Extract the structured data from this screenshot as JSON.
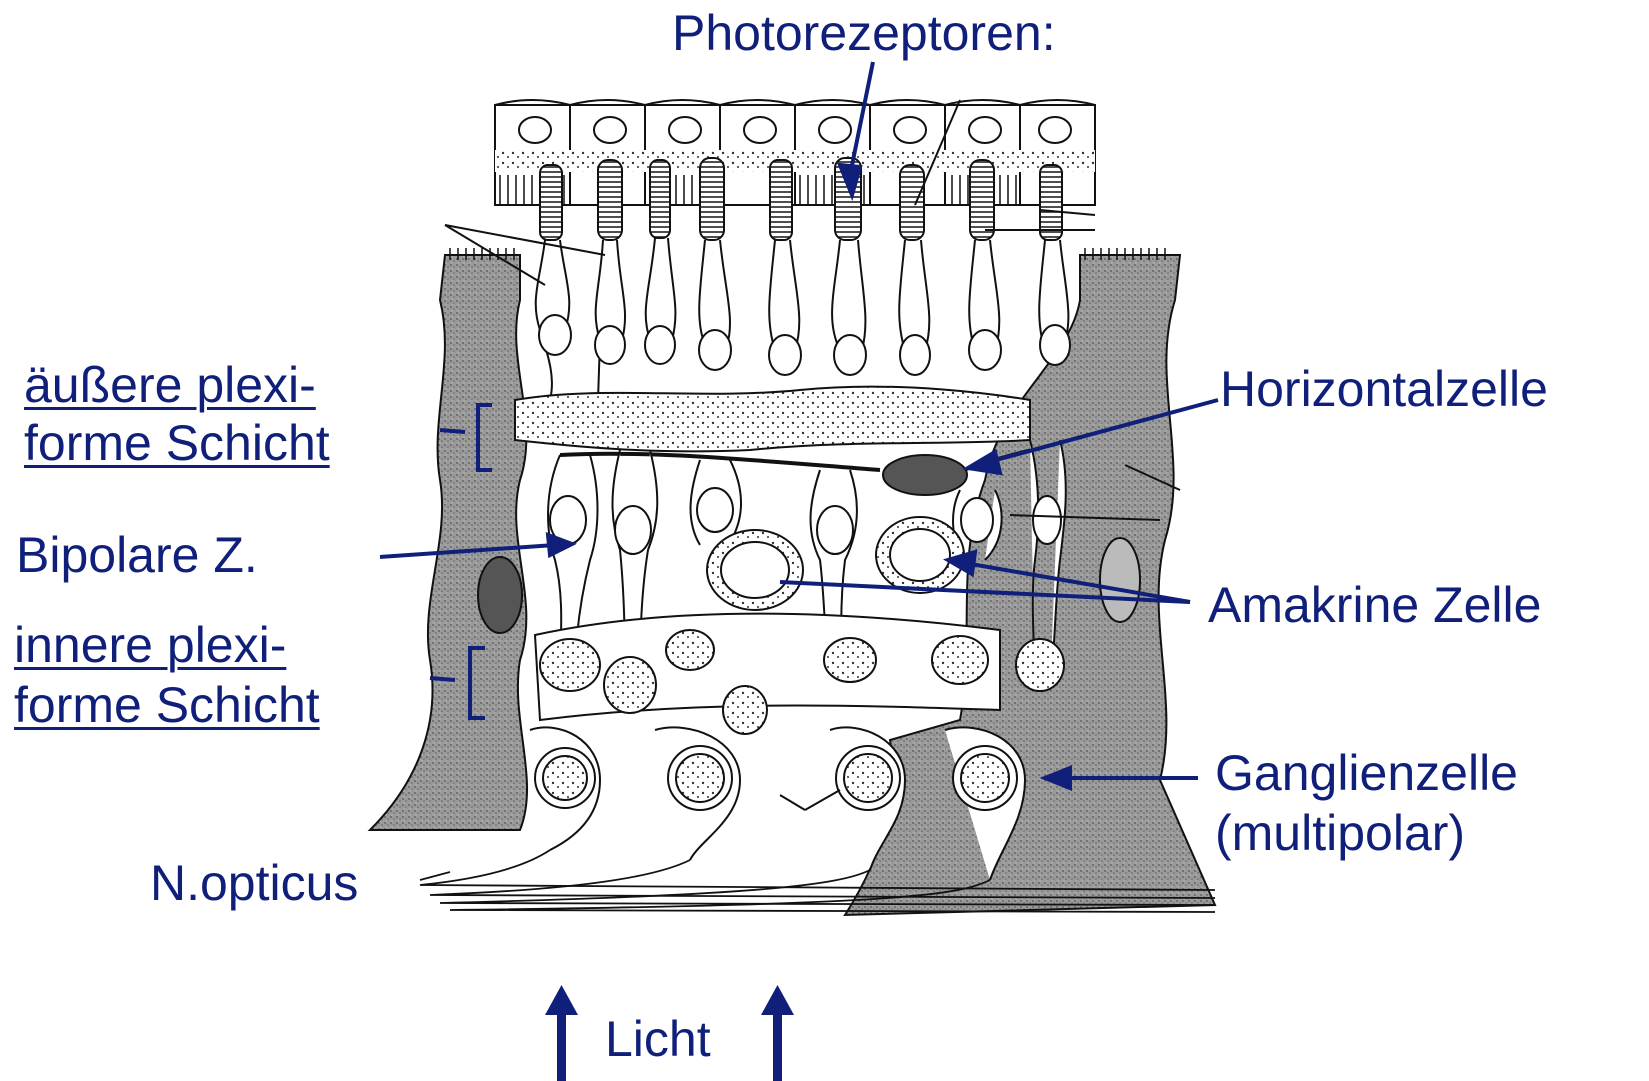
{
  "labels": {
    "photoreceptors": "Photorezeptoren:",
    "outer_plexiform_line1": "äußere plexi-",
    "outer_plexiform_line2": "forme Schicht",
    "bipolar": "Bipolare Z.",
    "inner_plexiform_line1": "innere plexi-",
    "inner_plexiform_line2": "forme Schicht",
    "horizontal": "Horizontalzelle",
    "amacrine": "Amakrine Zelle",
    "ganglion_line1": "Ganglienzelle",
    "ganglion_line2": "(multipolar)",
    "n_opticus": "N.opticus",
    "light": "Licht"
  },
  "colors": {
    "label": "#0f1f7a",
    "arrow": "#0f1f7a",
    "drawing_line": "#111111",
    "glia_fill": "#8c8c8c",
    "background": "#ffffff"
  },
  "icons": {
    "light_arrow": "up-arrow-icon"
  }
}
